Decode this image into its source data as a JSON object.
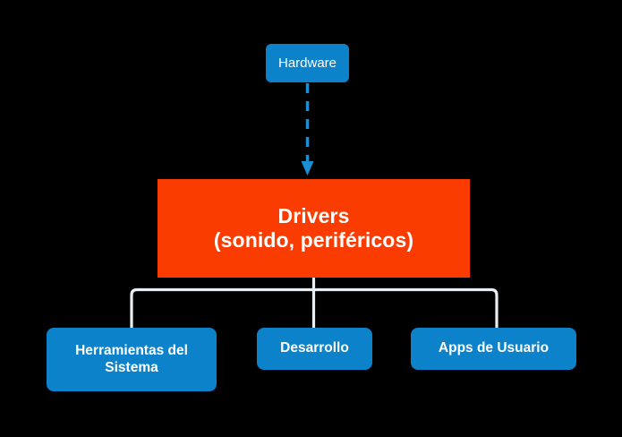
{
  "diagram": {
    "title_text": "",
    "background_color": "#000000",
    "nodes": {
      "hardware": {
        "label": "Hardware",
        "color": "#0c82ca",
        "text_color": "#ffffff"
      },
      "drivers": {
        "line_1": "Drivers",
        "line_2": "(sonido, periféricos)",
        "color": "#fb3c00",
        "text_color": "#ffffff"
      },
      "children": [
        {
          "label_line_1": "Herramientas del",
          "label_line_2": "Sistema",
          "color": "#0c82ca",
          "text_color": "#ffffff"
        },
        {
          "label_line_1": "Desarrollo",
          "label_line_2": "",
          "color": "#0c82ca",
          "text_color": "#ffffff"
        },
        {
          "label_line_1": "Apps de Usuario",
          "label_line_2": "",
          "color": "#0c82ca",
          "text_color": "#ffffff"
        }
      ]
    },
    "connectors": {
      "hardware_to_drivers": {
        "style": "dashed",
        "color": "#1b8fd4",
        "arrowhead": "down-arrow-icon"
      },
      "drivers_to_children": {
        "style": "solid",
        "color": "#e7eff6"
      }
    }
  }
}
